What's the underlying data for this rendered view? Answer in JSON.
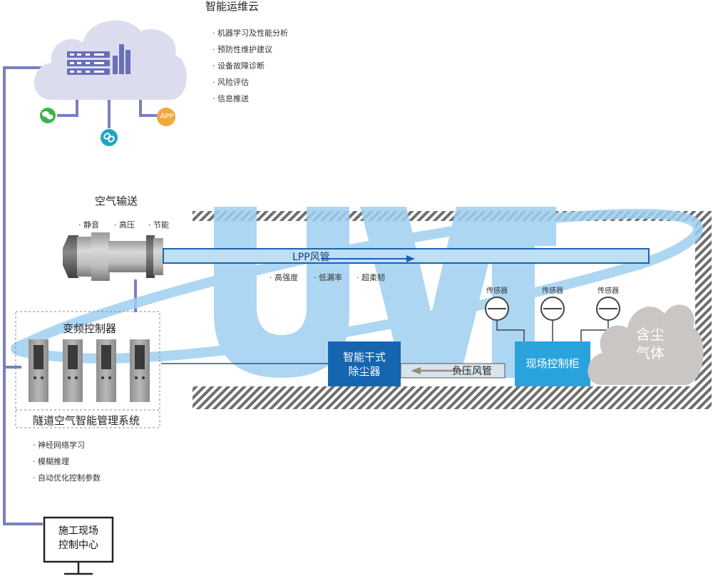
{
  "cloud": {
    "title": "智能运维云",
    "bullets": [
      "· 机器学习及性能分析",
      "· 预防性维护建议",
      "· 设备故障诊断",
      "· 风险评估",
      "· 信息推送"
    ],
    "app_label": "APP"
  },
  "air": {
    "title": "空气输送",
    "features": [
      "· 静音",
      "· 高压",
      "· 节能"
    ]
  },
  "pipe": {
    "label": "LPP风管",
    "features": [
      "· 高强度",
      "· 低漏率",
      "· 超柔韧"
    ]
  },
  "vfd": {
    "title": "变频控制器"
  },
  "system": {
    "title": "隧道空气智能管理系统",
    "bullets": [
      "· 神经网络学习",
      "· 模糊推理",
      "· 自动优化控制参数"
    ]
  },
  "tunnel": {
    "sensor_label": "传感器",
    "cabinet_label": "现场控制柜",
    "dust_collector_line1": "智能干式",
    "dust_collector_line2": "除尘器",
    "negative_pressure": "负压风管",
    "dust_gas_line1": "含尘",
    "dust_gas_line2": "气体"
  },
  "control_center": {
    "line1": "施工现场",
    "line2": "控制中心"
  },
  "colors": {
    "line": "#7b7fbf",
    "cloud": "#dcdcef",
    "blue_dark": "#1565b0",
    "blue_light": "#2aa3dc",
    "watermark": "#9fcff0",
    "hatch": "#6e6e6e",
    "dust": "#c9c6c3"
  }
}
